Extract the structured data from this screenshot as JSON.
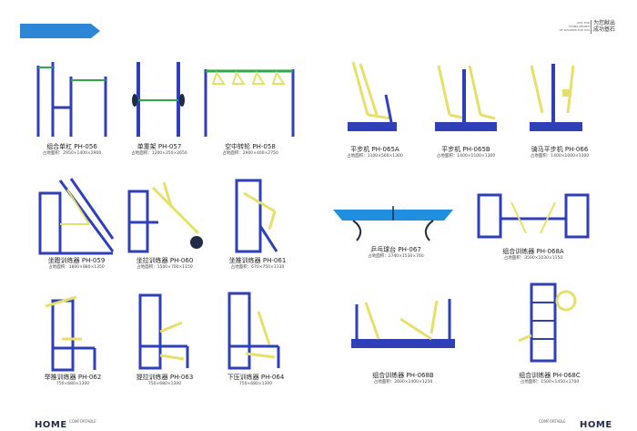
{
  "header": {
    "slogan_en": [
      "JUST FOR",
      "YOUNG PEOPLE",
      "OF SUCCESS FOR YOU"
    ],
    "slogan_zh": [
      "为您献出",
      "成功基石"
    ]
  },
  "items": [
    {
      "name": "组合单杠 PH-056",
      "dim": "占地面积：2950×1400×2900"
    },
    {
      "name": "单重架 PH-057",
      "dim": "占地面积：1200×250×2650"
    },
    {
      "name": "空中转轮 PH-058",
      "dim": "占地面积：2900×400×2750"
    },
    {
      "name": "平步机 PH-065A",
      "dim": "占地面积：1100×500×1300"
    },
    {
      "name": "平步机 PH-065B",
      "dim": "占地面积：1400×1100×1300"
    },
    {
      "name": "骑马平步机 PH-066",
      "dim": "占地面积：1400×1000×1300"
    },
    {
      "name": "坐蹬训练器 PH-059",
      "dim": "占地面积：1800×880×1350"
    },
    {
      "name": "坐拉训练器 PH-060",
      "dim": "占地面积：1500×700×1150"
    },
    {
      "name": "坐推训练器 PH-061",
      "dim": "占地面积：670×750×1130"
    },
    {
      "name": "乒乓球台 PH-067",
      "dim": "占地面积：2740×1530×760"
    },
    {
      "name": "组合训练器 PH-068A",
      "dim": "占地面积：3500×1030×1150"
    },
    {
      "name": "举推训练器 PH-062",
      "dim": "750×680×1300"
    },
    {
      "name": "提拉训练器 PH-063",
      "dim": "750×680×1300"
    },
    {
      "name": "下压训练器 PH-064",
      "dim": "750×680×1300"
    },
    {
      "name": "组合训练器 PH-068B",
      "dim": "占地面积：2600×1400×1250"
    },
    {
      "name": "组合训练器 PH-068C",
      "dim": "占地面积：1500×1450×1700"
    }
  ],
  "footer": {
    "left_word": "HOME",
    "left_sub": "COMFORTABLE",
    "right_word": "HOME",
    "right_sub": "COMFORTABLE"
  },
  "colors": {
    "frame": "#2f3fb8",
    "accent": "#e6e06a",
    "green": "#2ea84a",
    "table": "#1f8fe0",
    "header_bar": "#2e86d6"
  }
}
